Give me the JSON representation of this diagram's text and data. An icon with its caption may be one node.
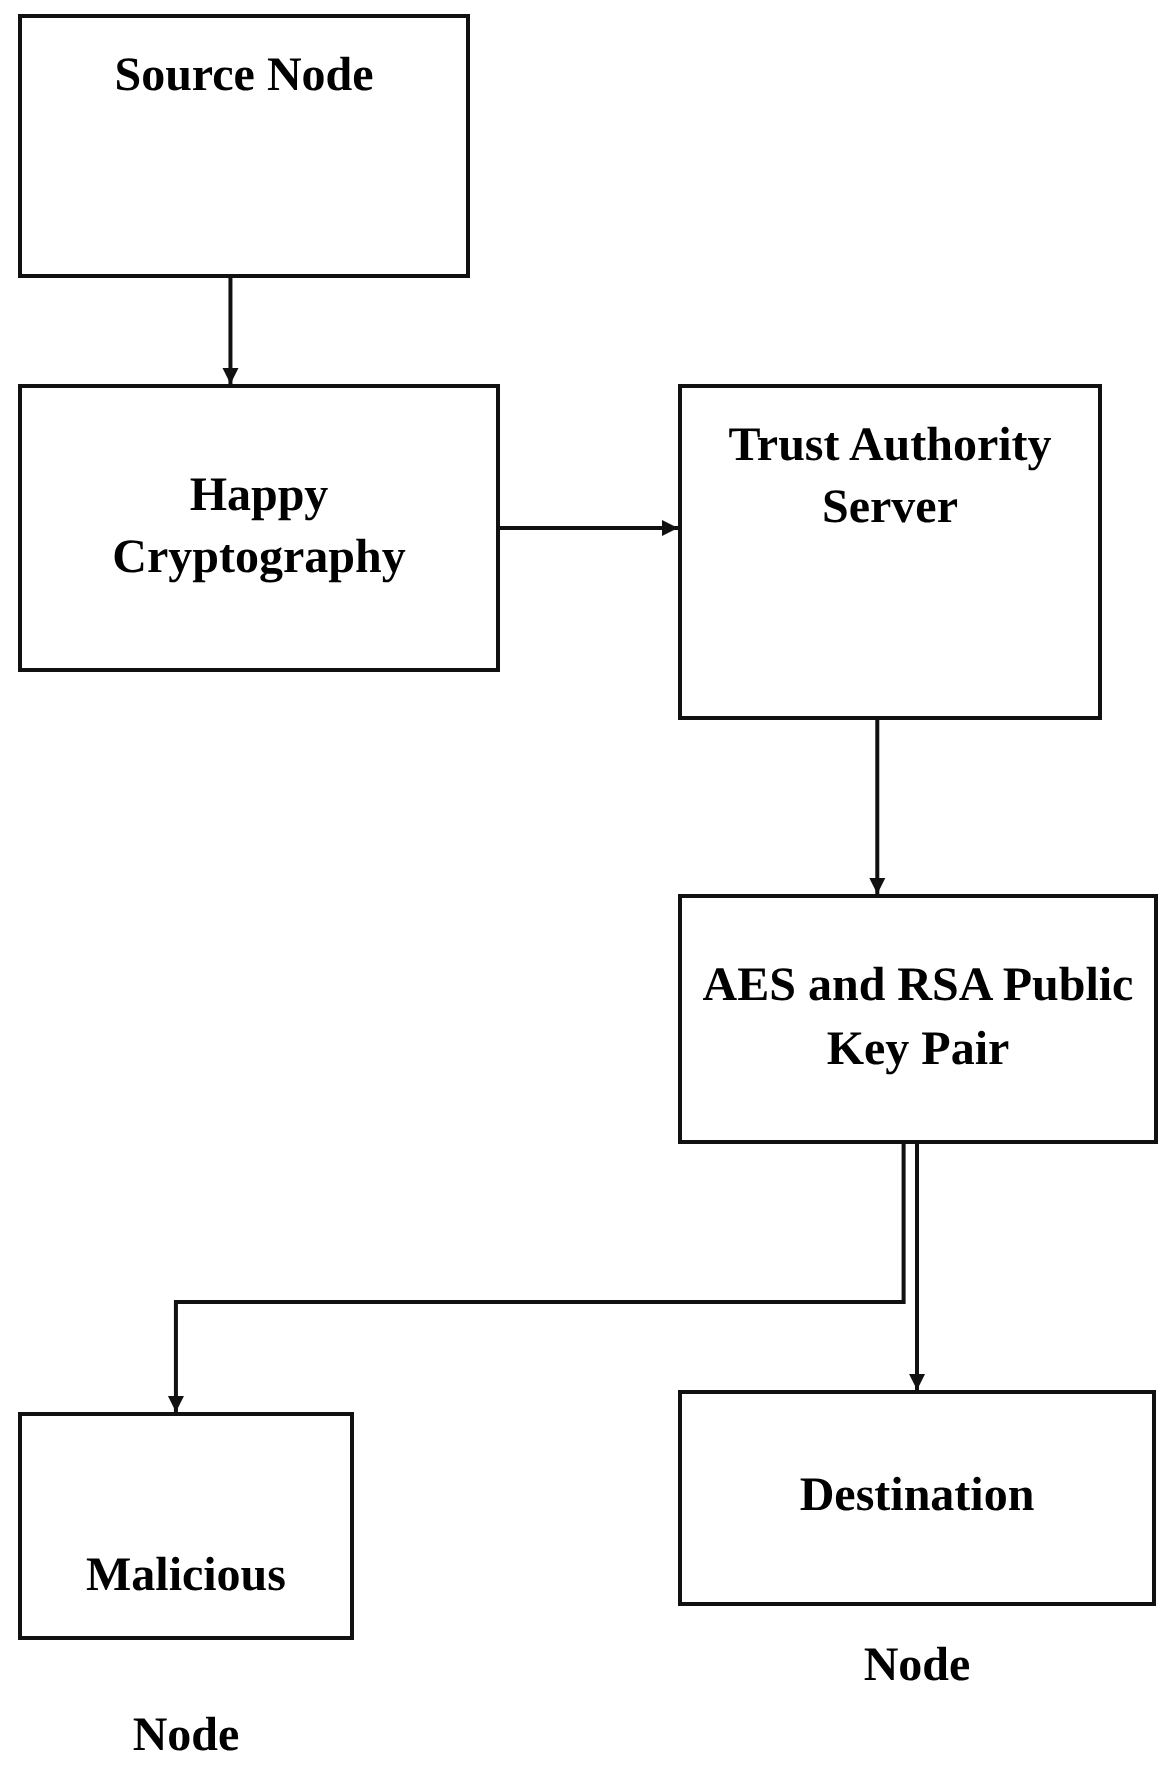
{
  "diagram": {
    "nodes": [
      {
        "text": [
          "Source Node"
        ]
      },
      {
        "text": [
          "Happy Cryptography"
        ]
      },
      {
        "text": [
          "Trust Authority Server"
        ]
      },
      {
        "text": [
          "AES and RSA Public Key Pair"
        ]
      },
      {
        "text": [
          "Malicious"
        ],
        "beside": [
          "Node"
        ]
      },
      {
        "text": [
          "Destination"
        ],
        "beside": [
          "Node"
        ]
      }
    ],
    "edges": [
      {
        "from": 0,
        "to": 1,
        "arrow": "to"
      },
      {
        "from": 1,
        "to": 2,
        "arrow": "to"
      },
      {
        "from": 2,
        "to": 3,
        "arrow": "to"
      },
      {
        "from": 3,
        "to": 4,
        "arrow": "to"
      },
      {
        "from": 3,
        "to": 5,
        "arrow": "to"
      }
    ]
  }
}
